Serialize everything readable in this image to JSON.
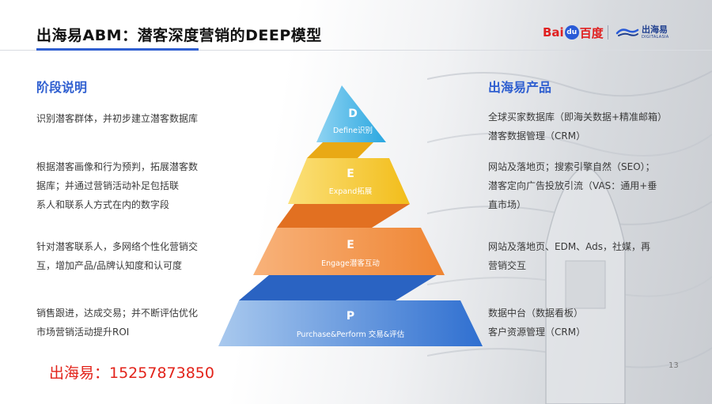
{
  "title": "出海易ABM：潜客深度营销的DEEP模型",
  "logos": {
    "baidu": {
      "part1": "Bai",
      "paw": "du",
      "part2": "百度"
    },
    "chuhaiyi": {
      "name": "出海易",
      "sub": "DIGITALASIA"
    }
  },
  "left_heading": "阶段说明",
  "right_heading": "出海易产品",
  "stages": [
    {
      "letter": "D",
      "label": "Define识别",
      "color": "#2aa7e0",
      "left_lines": [
        "识别潜客群体，并初步建立潜客数据库"
      ],
      "right_lines": [
        "全球买家数据库（即海关数据+精准邮箱）",
        "潜客数据管理（CRM）"
      ]
    },
    {
      "letter": "E",
      "label": "Expand拓展",
      "color": "#f2bd1a",
      "left_lines": [
        "根据潜客画像和行为预判，拓展潜客数",
        "据库；并通过营销活动补足包括联",
        "系人和联系人方式在内的数字段"
      ],
      "right_lines": [
        "网站及落地页；搜索引擎自然（SEO）；",
        "潜客定向广告投放引流（VAS：通用+垂",
        "直市场）"
      ]
    },
    {
      "letter": "E",
      "label": "Engage潜客互动",
      "color": "#ef8533",
      "left_lines": [
        "针对潜客联系人，多网络个性化营销交",
        "互，增加产品/品牌认知度和认可度"
      ],
      "right_lines": [
        "网站及落地页、EDM、Ads，社媒，再",
        "营销交互"
      ]
    },
    {
      "letter": "P",
      "label": "Purchase&Perform 交易&评估",
      "color": "#2f6fd0",
      "left_lines": [
        "销售跟进，达成交易；并不断评估优化",
        "市场营销活动提升ROI"
      ],
      "right_lines": [
        "数据中台（数据看板）",
        "客户资源管理（CRM）"
      ]
    }
  ],
  "contact": "出海易：15257873850",
  "page_number": "13"
}
